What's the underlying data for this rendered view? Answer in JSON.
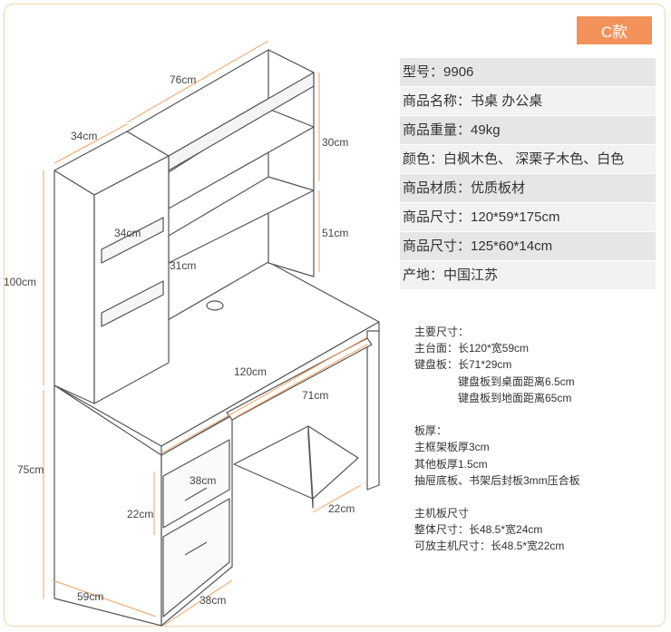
{
  "badge": "C款",
  "specs": [
    {
      "label": "型号",
      "value": "9906"
    },
    {
      "label": "商品名称",
      "value": "书桌 办公桌"
    },
    {
      "label": "商品重量",
      "value": "49kg"
    },
    {
      "label": "颜色",
      "value": "白枫木色、 深栗子木色、白色"
    },
    {
      "label": "商品材质",
      "value": "优质板材"
    },
    {
      "label": "商品尺寸",
      "value": "120*59*175cm"
    },
    {
      "label": "商品尺寸",
      "value": "125*60*14cm"
    },
    {
      "label": "产地",
      "value": "中国江苏"
    }
  ],
  "notes": {
    "main_title": "主要尺寸：",
    "main_top": "主台面：长120*宽59cm",
    "keyboard": "键盘板：长71*29cm",
    "kb_desk": "键盘板到桌面距离6.5cm",
    "kb_floor": "键盘板到地面距离65cm",
    "thick_title": "板厚：",
    "thick_frame": "主框架板厚3cm",
    "thick_other": "其他板厚1.5cm",
    "thick_drawer": "抽屉底板、书架后封板3mm压合板",
    "host_title": "主机板尺寸",
    "host_total": "整体尺寸：长48.5*宽24cm",
    "host_usable": "可放主机尺寸：长48.5*宽22cm"
  },
  "dimensions": {
    "d76": "76cm",
    "d34_top": "34cm",
    "d30": "30cm",
    "d51": "51cm",
    "d34_inner": "34cm",
    "d31": "31cm",
    "d100": "100cm",
    "d120": "120cm",
    "d71": "71cm",
    "d75": "75cm",
    "d38_top": "38cm",
    "d22_left": "22cm",
    "d22_right": "22cm",
    "d59": "59cm",
    "d38_bottom": "38cm"
  },
  "colors": {
    "badge": "#f2925a",
    "dimension_line": "#f2a160",
    "outline": "#555555"
  }
}
